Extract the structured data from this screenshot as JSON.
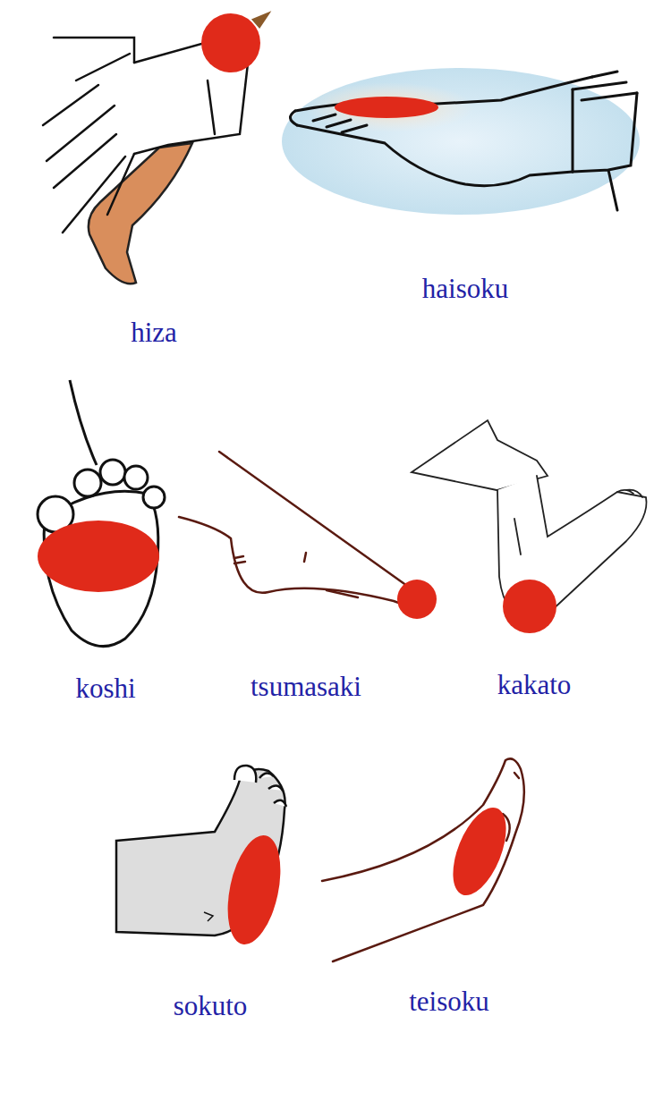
{
  "diagram": {
    "labels": [
      "hiza",
      "haisoku",
      "koshi",
      "tsumasaki",
      "kakato",
      "sokuto",
      "teisoku"
    ]
  }
}
